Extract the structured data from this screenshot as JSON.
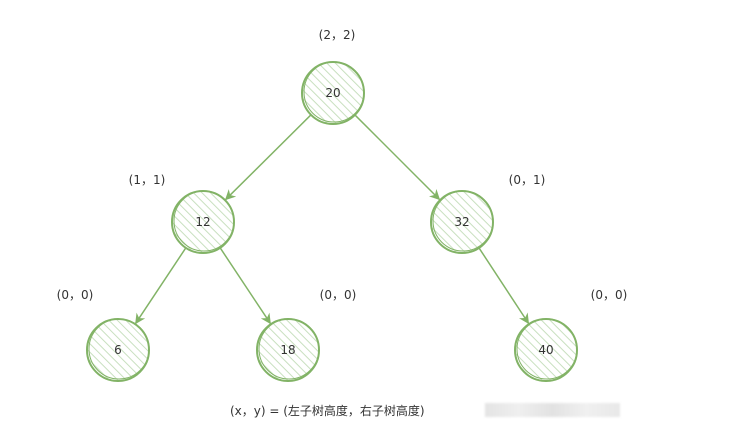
{
  "nodes": [
    {
      "id": "n20",
      "value": "20",
      "label": "(2，2)"
    },
    {
      "id": "n12",
      "value": "12",
      "label": "(1，1)"
    },
    {
      "id": "n32",
      "value": "32",
      "label": "(0，1)"
    },
    {
      "id": "n6",
      "value": "6",
      "label": "(0，0)"
    },
    {
      "id": "n18",
      "value": "18",
      "label": "(0，0)"
    },
    {
      "id": "n40",
      "value": "40",
      "label": "(0，0)"
    }
  ],
  "edges": [
    [
      "n20",
      "n12"
    ],
    [
      "n20",
      "n32"
    ],
    [
      "n12",
      "n6"
    ],
    [
      "n12",
      "n18"
    ],
    [
      "n32",
      "n40"
    ]
  ],
  "caption": "(x，y) = (左子树高度，右子树高度)",
  "colors": {
    "stroke": "#82b366",
    "fill": "#d5e8d4",
    "text": "#333333"
  }
}
